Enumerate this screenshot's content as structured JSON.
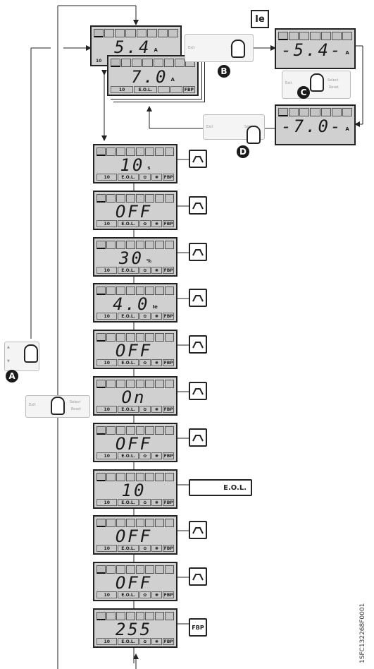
{
  "main_display": {
    "value": "5.4",
    "unit": "A",
    "bottom_value": "10"
  },
  "second_display": {
    "value": "7.0",
    "unit": "A",
    "bottom_labels": [
      "10",
      "E.O.L.",
      "",
      "",
      "FBP"
    ]
  },
  "flash_displays": [
    {
      "value": "-5.4-",
      "unit": "A"
    },
    {
      "value": "-7.0-",
      "unit": "A"
    }
  ],
  "ie_label": "Ie",
  "keypad": {
    "exit": "Exit",
    "select": "Select",
    "reset": "Reset"
  },
  "markers": [
    "A",
    "B",
    "C",
    "D"
  ],
  "param_screens": [
    {
      "value": "10",
      "unit": "s",
      "icon": "ramp-time-icon"
    },
    {
      "value": "OFF",
      "unit": "",
      "icon": "kick-start-icon"
    },
    {
      "value": "30",
      "unit": "%",
      "icon": "current-limit-icon"
    },
    {
      "value": "4.0",
      "unit": "Ie",
      "icon": "overload-icon"
    },
    {
      "value": "OFF",
      "unit": "",
      "icon": "underload-off-icon"
    },
    {
      "value": "On",
      "unit": "",
      "icon": "underload-on-icon"
    },
    {
      "value": "OFF",
      "unit": "",
      "icon": "stop-ramp-off-icon"
    },
    {
      "value": "10",
      "unit": "",
      "icon": "eol-icon"
    },
    {
      "value": "OFF",
      "unit": "",
      "icon": "motor-off-icon"
    },
    {
      "value": "OFF",
      "unit": "",
      "icon": "motor-protection-icon"
    },
    {
      "value": "255",
      "unit": "",
      "icon": "fbp-icon"
    }
  ],
  "eol_icon_text": "E.O.L.",
  "fbp_icon_text": "FBP",
  "bottom_labels": [
    "10",
    "E.O.L.",
    "",
    "",
    "FBP"
  ],
  "doc_code": "1SFC132268F0001"
}
